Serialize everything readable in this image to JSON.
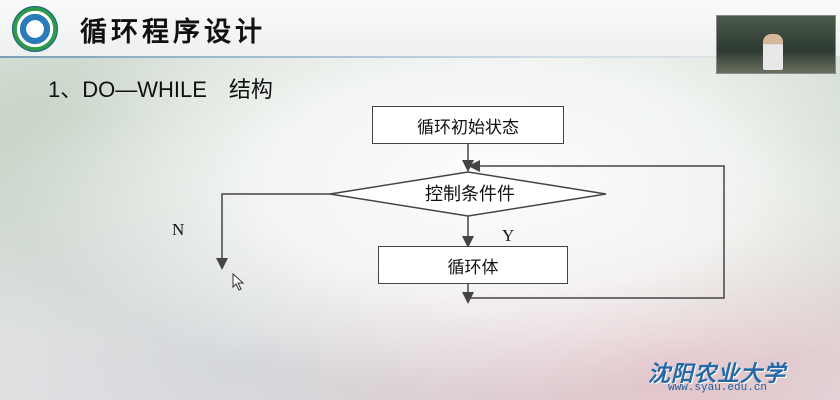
{
  "slide": {
    "title": "循环程序设计",
    "heading": "1、DO—WHILE　结构"
  },
  "flowchart": {
    "init_box": "循环初始状态",
    "condition": "控制条件件",
    "body_box": "循环体",
    "yes_label": "Y",
    "no_label": "N"
  },
  "branding": {
    "watermark": "沈阳农业大学",
    "url": "www.syau.edu.cn"
  },
  "icons": {
    "logo": "university-logo-icon",
    "cursor": "mouse-cursor-icon"
  },
  "colors": {
    "brand_blue": "#2468a6",
    "line": "#444444"
  }
}
